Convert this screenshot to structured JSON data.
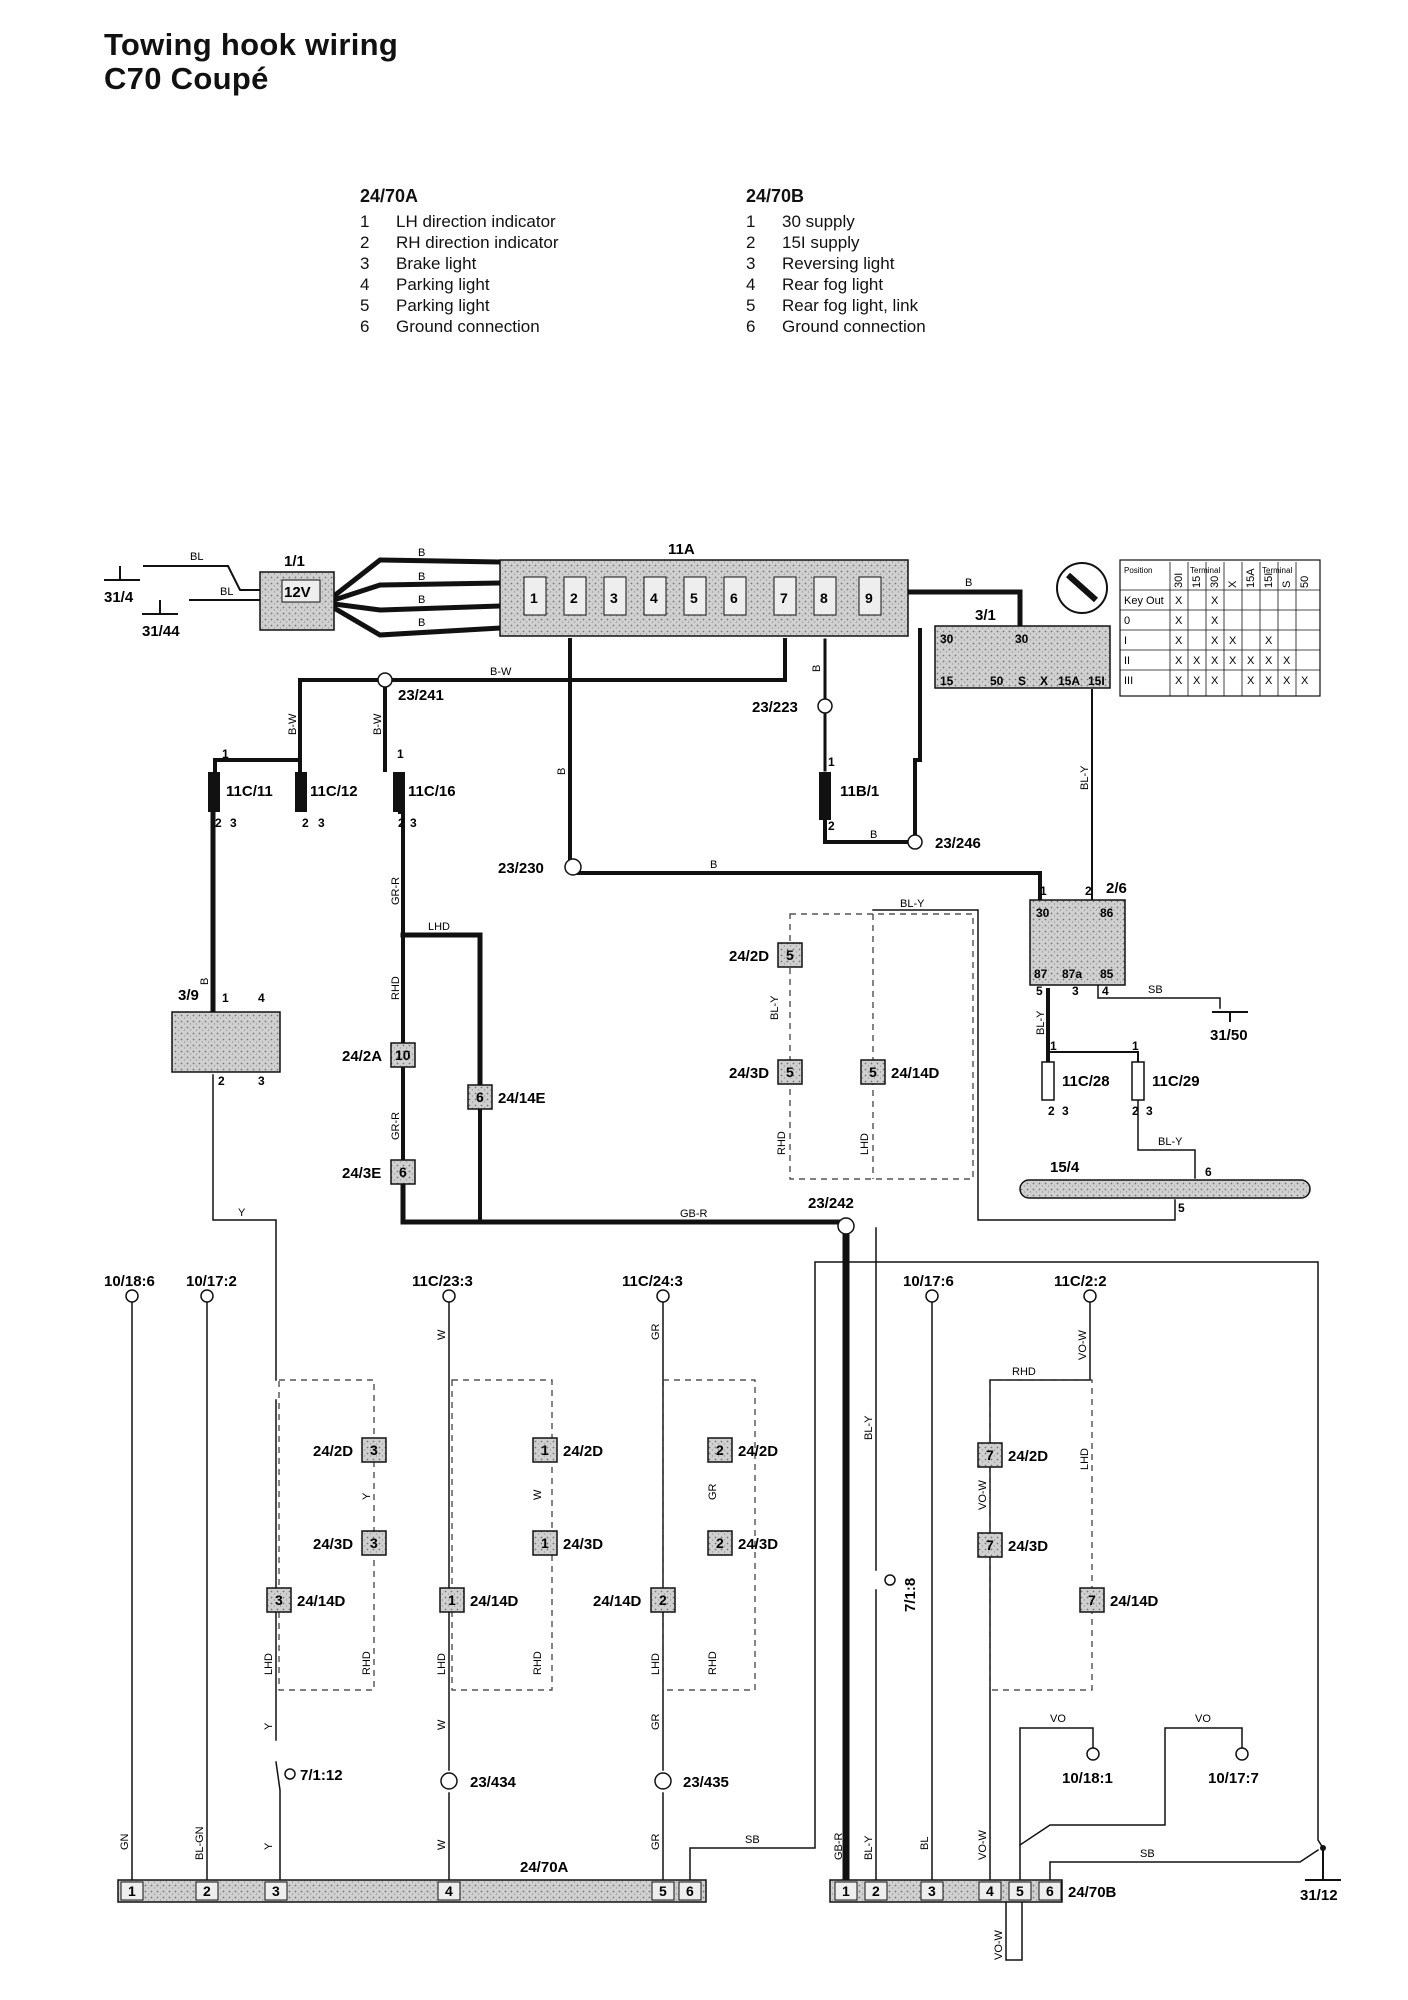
{
  "title": {
    "line1": "Towing hook wiring",
    "line2": "C70 Coupé"
  },
  "legends": [
    {
      "id": "24/70A",
      "items": [
        {
          "n": "1",
          "t": "LH direction indicator"
        },
        {
          "n": "2",
          "t": "RH direction indicator"
        },
        {
          "n": "3",
          "t": "Brake light"
        },
        {
          "n": "4",
          "t": "Parking light"
        },
        {
          "n": "5",
          "t": "Parking light"
        },
        {
          "n": "6",
          "t": "Ground connection"
        }
      ]
    },
    {
      "id": "24/70B",
      "items": [
        {
          "n": "1",
          "t": "30 supply"
        },
        {
          "n": "2",
          "t": "15I supply"
        },
        {
          "n": "3",
          "t": "Reversing light"
        },
        {
          "n": "4",
          "t": "Rear fog light"
        },
        {
          "n": "5",
          "t": "Rear fog light, link"
        },
        {
          "n": "6",
          "t": "Ground connection"
        }
      ]
    }
  ],
  "components": {
    "c31_4": "31/4",
    "c31_44": "31/44",
    "c1_1": "1/1",
    "battery": "12V",
    "c11A": "11A",
    "c3_1": "3/1",
    "c23_241": "23/241",
    "c23_223": "23/223",
    "c11C_11": "11C/11",
    "c11C_12": "11C/12",
    "c11C_16": "11C/16",
    "c11B_1": "11B/1",
    "c23_246": "23/246",
    "c23_230": "23/230",
    "c2_6": "2/6",
    "c31_50": "31/50",
    "c3_9": "3/9",
    "c24_2A": "24/2A",
    "c24_14E": "24/14E",
    "c24_3E": "24/3E",
    "c24_2D": "24/2D",
    "c24_3D": "24/3D",
    "c24_14D": "24/14D",
    "c11C_28": "11C/28",
    "c11C_29": "11C/29",
    "c15_4": "15/4",
    "c23_242": "23/242",
    "c10_18_6": "10/18:6",
    "c10_17_2": "10/17:2",
    "c11C_23_3": "11C/23:3",
    "c11C_24_3": "11C/24:3",
    "c10_17_6": "10/17:6",
    "c11C_2_2": "11C/2:2",
    "c7_1_12": "7/1:12",
    "c7_1_8": "7/1:8",
    "c23_434": "23/434",
    "c23_435": "23/435",
    "c10_18_1": "10/18:1",
    "c10_17_7": "10/17:7",
    "c24_70A": "24/70A",
    "c24_70B": "24/70B",
    "c31_12": "31/12"
  },
  "wire_colors": {
    "B": "B",
    "BL": "BL",
    "BW": "B-W",
    "BLY": "BL-Y",
    "GRR": "GR-R",
    "GBR": "GB-R",
    "Y": "Y",
    "W": "W",
    "GR": "GR",
    "GN": "GN",
    "BLGN": "BL-GN",
    "SB": "SB",
    "VO": "VO",
    "VOW": "VO-W",
    "LHD": "LHD",
    "RHD": "RHD"
  },
  "pins": {
    "p1": "1",
    "p2": "2",
    "p3": "3",
    "p4": "4",
    "p5": "5",
    "p6": "6",
    "p7": "7",
    "p8": "8",
    "p9": "9",
    "p10": "10",
    "k30": "30",
    "k50": "50",
    "kS": "S",
    "kX": "X",
    "k15A": "15A",
    "k15": "15",
    "k15I": "15I",
    "k86": "86",
    "k85": "85",
    "k87": "87",
    "k87a": "87a"
  },
  "key_table": {
    "position": "Position",
    "terminal": "Terminal",
    "rows": [
      "Key Out",
      "0",
      "I",
      "II",
      "III"
    ],
    "cols": [
      "30I",
      "15",
      "30",
      "X",
      "15A",
      "15I",
      "S",
      "50"
    ],
    "marks": [
      [
        "X",
        "",
        "X",
        "",
        "",
        "",
        "",
        ""
      ],
      [
        "X",
        "",
        "X",
        "",
        "",
        "",
        "",
        ""
      ],
      [
        "X",
        "",
        "X",
        "X",
        "",
        "X",
        "",
        ""
      ],
      [
        "X",
        "X",
        "X",
        "X",
        "X",
        "X",
        "X",
        ""
      ],
      [
        "X",
        "X",
        "X",
        "",
        "X",
        "X",
        "X",
        "X"
      ]
    ]
  },
  "colors": {
    "ink": "#111111",
    "fill": "#d9d9d9"
  }
}
